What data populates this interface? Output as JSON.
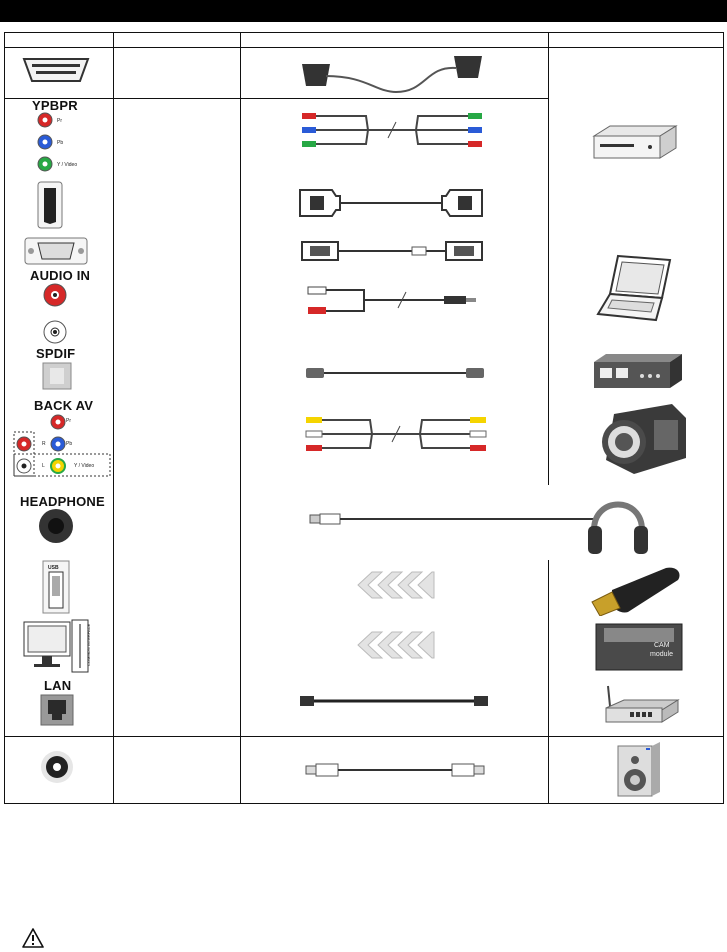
{
  "labels": {
    "ypbpr": "YPBPR",
    "audio_in": "AUDIO IN",
    "spdif": "SPDIF",
    "back_av": "BACK AV",
    "headphone": "HEADPHONE",
    "lan": "LAN",
    "usb": "USB",
    "pr": "Pr",
    "pb": "Pb",
    "y_video": "Y / Video",
    "r": "R",
    "l": "L",
    "ci_vertical": "COMMON INTERFACE",
    "cam_line1": "CAM",
    "cam_line2": "module"
  },
  "icons": {
    "warning": "warning-triangle-icon"
  }
}
